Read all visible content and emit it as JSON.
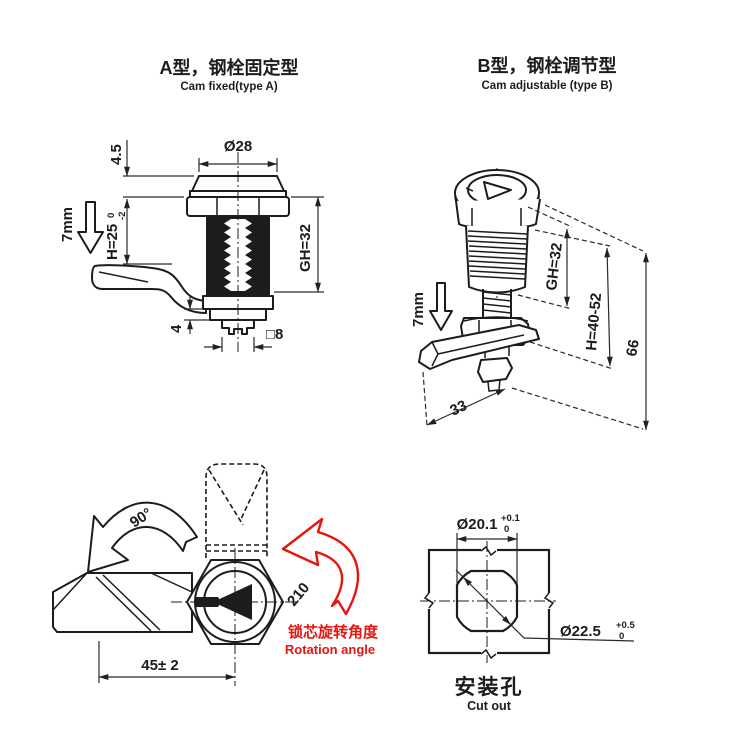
{
  "colors": {
    "ink": "#1c1c1c",
    "red": "#e8150f",
    "background": "#ffffff"
  },
  "type_a": {
    "title_zh": "A型，钢栓固定型",
    "title_en": "Cam fixed(type A)",
    "dia_head": "Ø28",
    "head_height": "4.5",
    "travel": "7mm",
    "h_main": "H=25",
    "h_tol_up": "0",
    "h_tol_dn": "-2",
    "grip": "GH=32",
    "cam_seat": "4",
    "square_shaft": "□8"
  },
  "type_b": {
    "title_zh": "B型，钢栓调节型",
    "title_en": "Cam adjustable (type B)",
    "travel": "7mm",
    "grip": "GH=32",
    "h_range": "H=40-52",
    "overall": "66",
    "cam_length": "33"
  },
  "rotation": {
    "angle_open": "90°",
    "angle_total": "210",
    "label_zh": "锁芯旋转角度",
    "label_en": "Rotation angle",
    "body_width": "45± 2"
  },
  "cutout": {
    "title_zh": "安装孔",
    "title_en": "Cut out",
    "dia_flats": "Ø20.1",
    "dia_flats_tol_up": "+0.1",
    "dia_flats_tol_dn": "0",
    "dia_corners": "Ø22.5",
    "dia_corners_tol_up": "+0.5",
    "dia_corners_tol_dn": "0"
  }
}
